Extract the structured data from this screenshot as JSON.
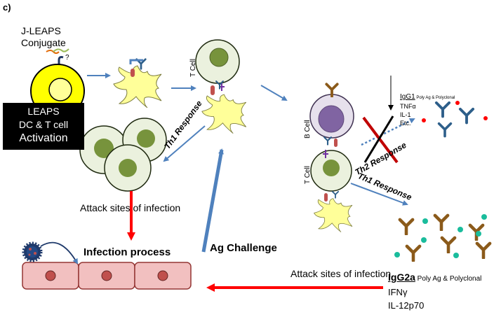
{
  "panel_label": "c)",
  "jleaps": {
    "line1": "J-LEAPS",
    "line2": "Conjugate",
    "question": "?"
  },
  "activation_box": {
    "line1": "LEAPS",
    "line2": "DC & T cell",
    "line3": "Activation"
  },
  "labels": {
    "t_cell_top": "T Cell",
    "b_cell": "B Cell",
    "t_cell_right": "T Cell",
    "th1_response_left": "Th1 Response",
    "th2_response": "Th2 Response",
    "th1_response_right": "Th1 Response",
    "attack_left": "Attack  sites of infection",
    "infection_process": "Infection process",
    "ag_challenge": "Ag Challenge",
    "attack_bottom": "Attack  sites of infection"
  },
  "th2_cytokines": {
    "heading": "IgG1",
    "heading_note": " Poly Ag & Polyclonal",
    "items": [
      "TNFα",
      "IL-1",
      "Etc."
    ]
  },
  "th1_cytokines": {
    "heading": "IgG2a",
    "heading_note": " Poly Ag & Polyclonal",
    "items": [
      "IFNγ",
      "IL-12p70"
    ]
  },
  "colors": {
    "dendritic_cell": "#ffff99",
    "cell_fill": "#ebf1de",
    "cell_nucleus": "#77933c",
    "b_cell_fill": "#e6e0ec",
    "b_cell_nucleus": "#8064a2",
    "arrow_blue": "#4f81bd",
    "arrow_red": "#ff0000",
    "tissue_cell": "#f2c0c0",
    "antibody_brown": "#8b5a1a",
    "antigen_teal": "#1abc9c"
  }
}
